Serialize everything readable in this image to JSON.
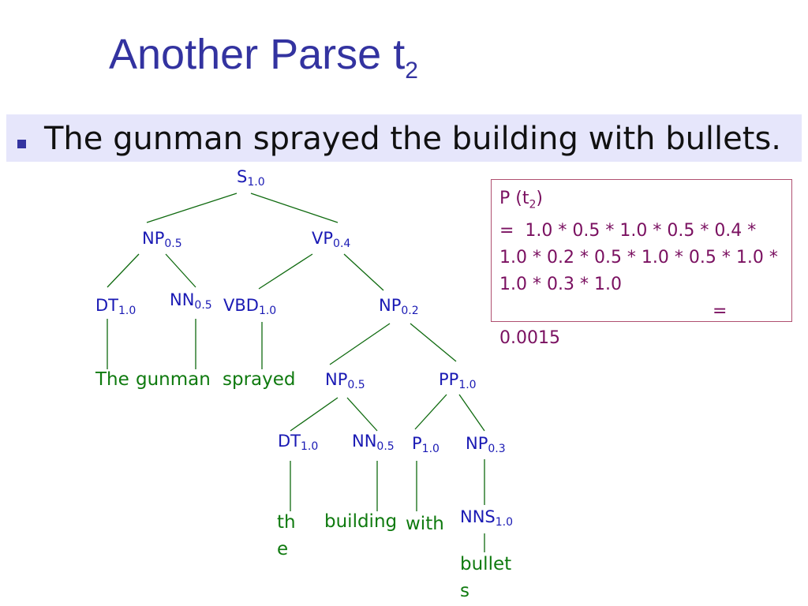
{
  "slide": {
    "title_main": "Another Parse t",
    "title_sub": "2",
    "bullet": "The gunman sprayed the building with bullets."
  },
  "tree": {
    "nodes": {
      "s": {
        "label": "S",
        "prob": "1.0"
      },
      "np1": {
        "label": "NP",
        "prob": "0.5"
      },
      "vp": {
        "label": "VP",
        "prob": "0.4"
      },
      "dt1": {
        "label": "DT",
        "prob": "1.0"
      },
      "nn1": {
        "label": "NN",
        "prob": "0.5"
      },
      "vbd": {
        "label": "VBD",
        "prob": "1.0"
      },
      "np2": {
        "label": "NP",
        "prob": "0.2"
      },
      "np3": {
        "label": "NP",
        "prob": "0.5"
      },
      "pp": {
        "label": "PP",
        "prob": "1.0"
      },
      "dt2": {
        "label": "DT",
        "prob": "1.0"
      },
      "nn2": {
        "label": "NN",
        "prob": "0.5"
      },
      "p": {
        "label": "P",
        "prob": "1.0"
      },
      "np4": {
        "label": "NP",
        "prob": "0.3"
      },
      "nns": {
        "label": "NNS",
        "prob": "1.0"
      }
    },
    "words": {
      "the1": "The",
      "gunman": "gunman",
      "sprayed": "sprayed",
      "the2": "the",
      "building": "building",
      "with": "with",
      "bullets": "bullets"
    }
  },
  "probability": {
    "label_main": "P (t",
    "label_sub": "2",
    "label_end": ")",
    "formula": "=  1.0 * 0.5 * 1.0 * 0.5 * 0.4 * 1.0 * 0.2 * 0.5 * 1.0 * 0.5 * 1.0 * 1.0 * 0.3 * 1.0",
    "equals": "=",
    "result": "0.0015"
  },
  "colors": {
    "title": "#3333a0",
    "node": "#1a1ab4",
    "word": "#0f7a0f",
    "edge": "#0f6a0f",
    "probability": "#7a1060"
  }
}
